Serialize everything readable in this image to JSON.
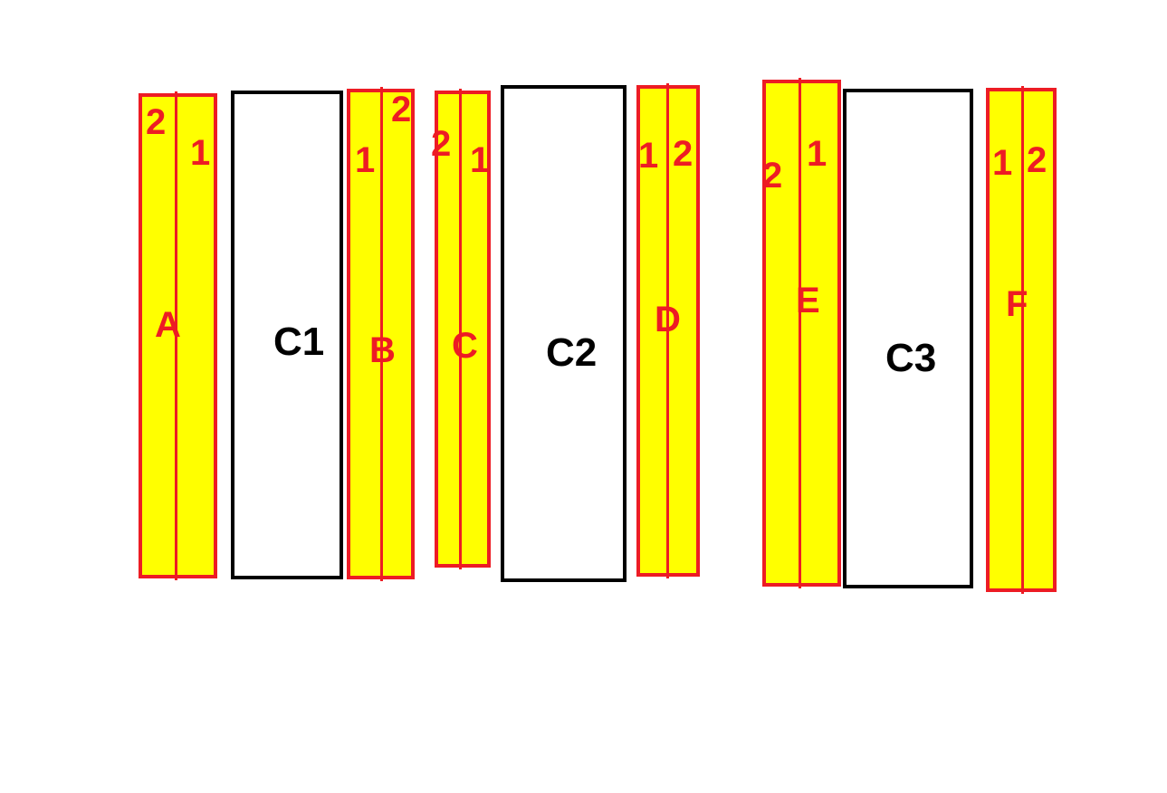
{
  "strips": [
    {
      "label": "A",
      "left_num": "2",
      "right_num": "1"
    },
    {
      "label": "B",
      "left_num": "1",
      "right_num": "2"
    },
    {
      "label": "C",
      "left_num": "2",
      "right_num": "1"
    },
    {
      "label": "D",
      "left_num": "1",
      "right_num": "2"
    },
    {
      "label": "E",
      "left_num": "2",
      "right_num": "1"
    },
    {
      "label": "F",
      "left_num": "1",
      "right_num": "2"
    }
  ],
  "boxes": [
    {
      "label": "C1"
    },
    {
      "label": "C2"
    },
    {
      "label": "C3"
    }
  ],
  "colors": {
    "strip_fill": "#ffff00",
    "strip_border": "#ed1c24",
    "box_border": "#000000",
    "label_red": "#ed1c24",
    "label_black": "#000000"
  }
}
